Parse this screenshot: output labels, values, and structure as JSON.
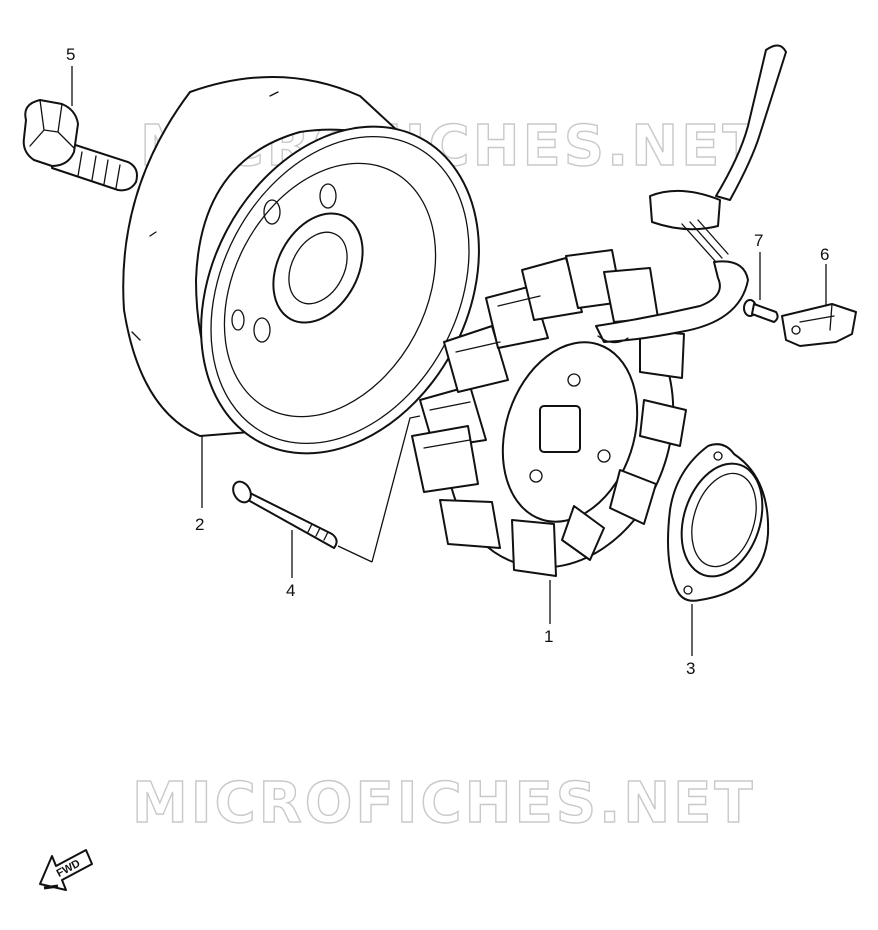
{
  "watermarks": {
    "top": "MICROFICHES.NET",
    "bottom": "MICROFICHES.NET"
  },
  "callouts": {
    "p1": "1",
    "p2": "2",
    "p3": "3",
    "p4": "4",
    "p5": "5",
    "p6": "6",
    "p7": "7"
  },
  "direction": {
    "label": "FWD",
    "icon": "forward-arrow-icon"
  },
  "colors": {
    "line": "#111111",
    "background": "#ffffff",
    "watermark": "#c9c9c9"
  }
}
